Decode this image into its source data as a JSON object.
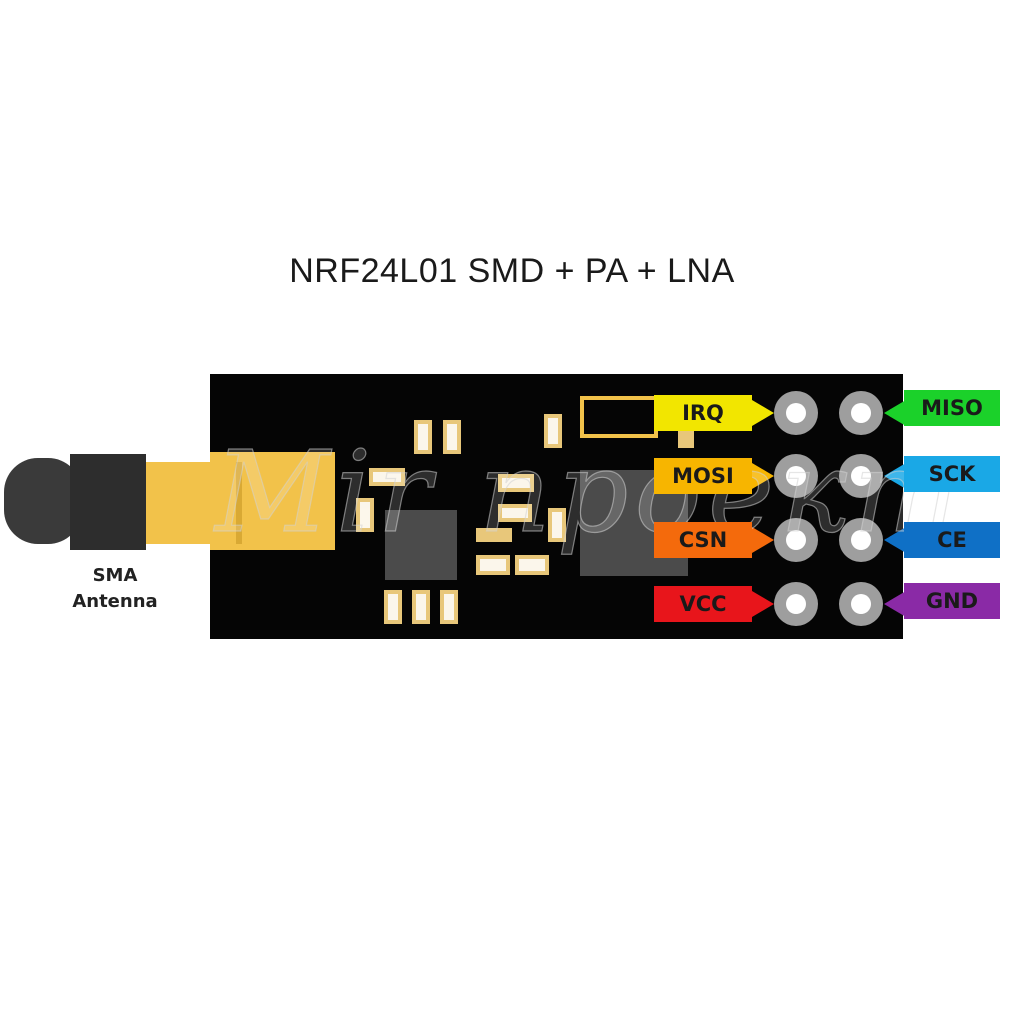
{
  "title": "NRF24L01 SMD + PA + LNA",
  "antenna": {
    "line1": "SMA",
    "line2": "Antenna"
  },
  "pins_left": [
    {
      "label": "IRQ",
      "color": "#f2e600",
      "text_color": "#1a1a1a"
    },
    {
      "label": "MOSI",
      "color": "#f7b500",
      "text_color": "#1a1a1a"
    },
    {
      "label": "CSN",
      "color": "#f46a0c",
      "text_color": "#1a1a1a"
    },
    {
      "label": "VCC",
      "color": "#e8151b",
      "text_color": "#1a1a1a"
    }
  ],
  "pins_right": [
    {
      "label": "MISO",
      "color": "#1bd12a",
      "text_color": "#1a1a1a"
    },
    {
      "label": "SCK",
      "color": "#1aa8e6",
      "text_color": "#1a1a1a"
    },
    {
      "label": "CE",
      "color": "#0f70c6",
      "text_color": "#1a1a1a"
    },
    {
      "label": "GND",
      "color": "#8a2aa6",
      "text_color": "#1a1a1a"
    }
  ],
  "watermark": "Mir проект",
  "colors": {
    "board": "#050505",
    "antenna_body": "#3a3a3a",
    "connector_gold": "#f2c24a",
    "pad_gray": "#9e9e9e",
    "chip_gray": "#4b4b4b"
  }
}
